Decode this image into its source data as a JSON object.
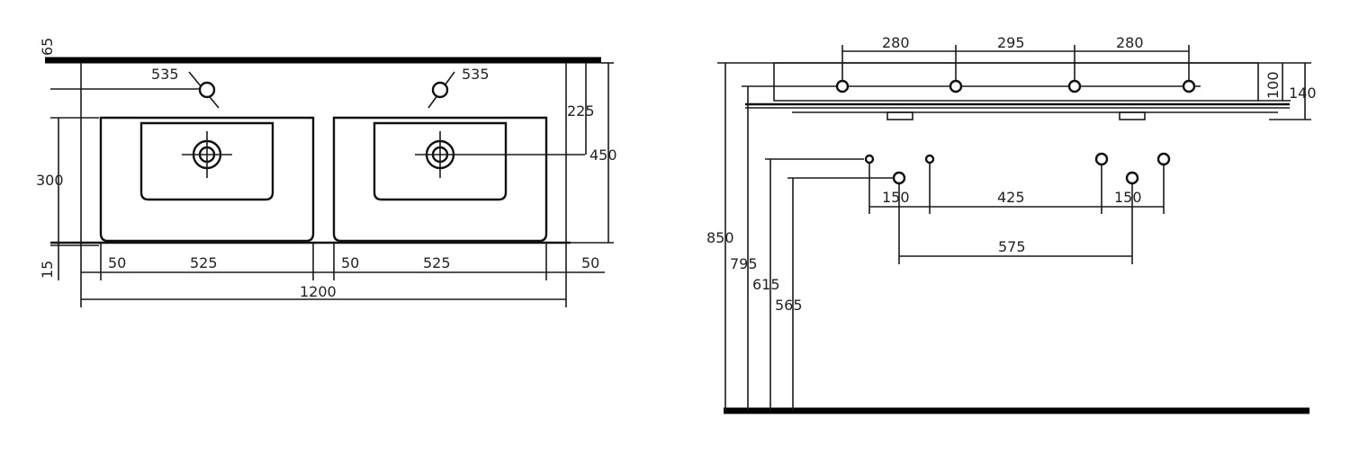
{
  "front_view": {
    "dims": {
      "top_thickness": "65",
      "tap_left": "535",
      "tap_right": "535",
      "bowl_depth": "300",
      "overflow_height": "225",
      "total_height": "450",
      "bottom_gap": "15",
      "side_left": "50",
      "bowl_left_width": "525",
      "middle": "50",
      "bowl_right_width": "525",
      "side_right": "50",
      "total_width": "1200"
    }
  },
  "side_view": {
    "dims": {
      "spacing_1": "280",
      "spacing_2": "295",
      "spacing_3": "280",
      "basin_depth": "100",
      "total_depth": "140",
      "hole_left_spacing": "150",
      "hole_middle_spacing": "425",
      "hole_right_spacing": "150",
      "drain_spacing": "575",
      "height_total": "850",
      "height_top": "795",
      "height_supply": "615",
      "height_drain": "565"
    }
  }
}
